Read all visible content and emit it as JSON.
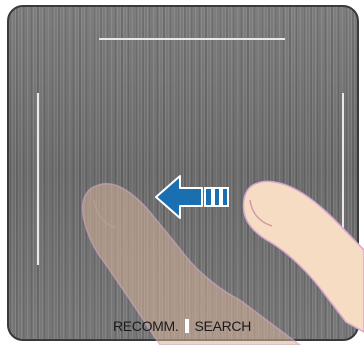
{
  "footer": {
    "left_label": "RECOMM.",
    "right_label": "SEARCH"
  },
  "gesture": {
    "direction": "left",
    "arrow_color": "#1a6fb0"
  }
}
